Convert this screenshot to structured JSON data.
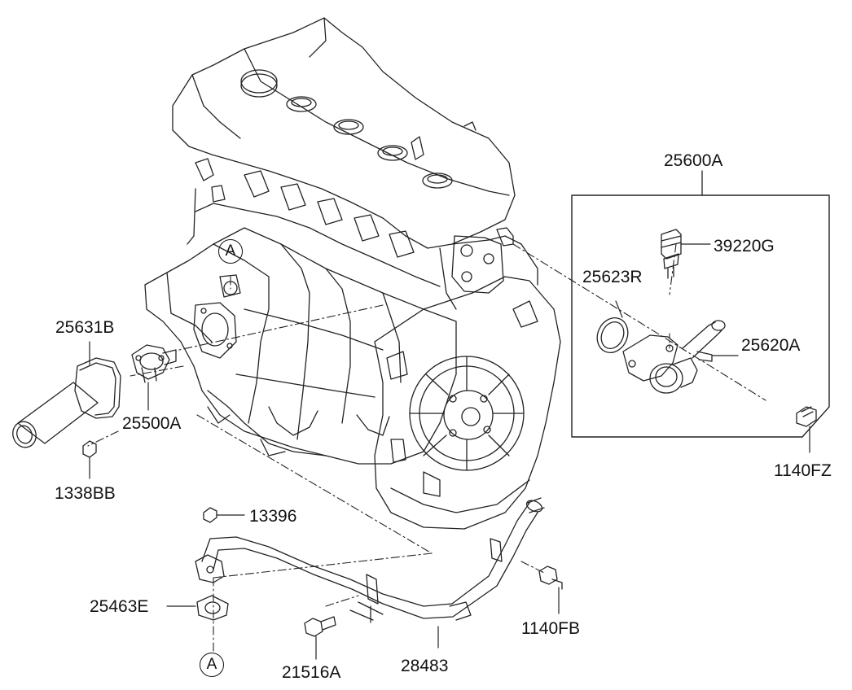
{
  "callouts": {
    "ref_a_top": "A",
    "ref_a_bottom": "A"
  },
  "labels": {
    "p25600A": "25600A",
    "p39220G": "39220G",
    "p25623R": "25623R",
    "p25620A": "25620A",
    "p1140FZ": "1140FZ",
    "p25631B": "25631B",
    "p25500A": "25500A",
    "p1338BB": "1338BB",
    "p13396": "13396",
    "p25463E": "25463E",
    "p1140FB": "1140FB",
    "p21516A": "21516A",
    "p28483": "28483"
  }
}
